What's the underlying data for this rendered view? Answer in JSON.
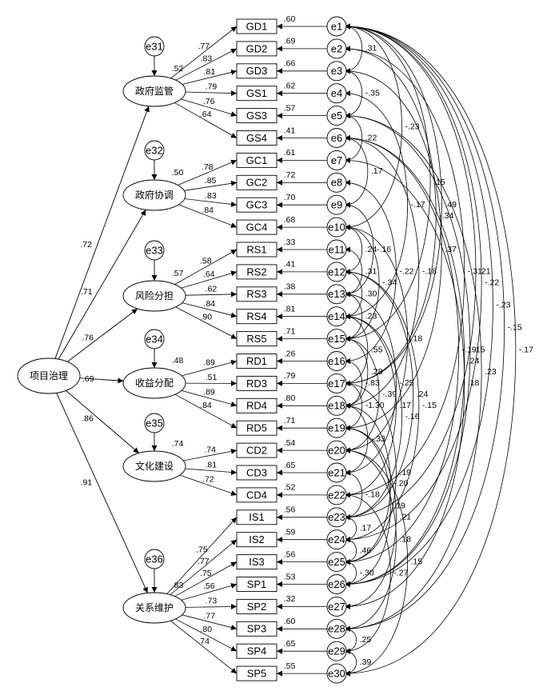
{
  "factors": [
    {
      "id": "F1",
      "label": "政府监管"
    },
    {
      "id": "F2",
      "label": "政府协调"
    },
    {
      "id": "F3",
      "label": "风险分担"
    },
    {
      "id": "F4",
      "label": "收益分配"
    },
    {
      "id": "F5",
      "label": "文化建设"
    },
    {
      "id": "F6",
      "label": "关系维护"
    }
  ],
  "second_order": {
    "label": "项目治理"
  },
  "disturbances": [
    "e31",
    "e32",
    "e33",
    "e34",
    "e35",
    "e36"
  ],
  "r2_factors": [
    ".52",
    ".50",
    ".57",
    ".48",
    ".74",
    ".83"
  ],
  "paths_second": [
    ".72",
    ".71",
    ".76",
    ".69",
    ".86",
    ".91"
  ],
  "indicators": [
    {
      "name": "GD1",
      "f": 0,
      "loading": ".77",
      "r2": ".60"
    },
    {
      "name": "GD2",
      "f": 0,
      "loading": ".83",
      "r2": ".69"
    },
    {
      "name": "GD3",
      "f": 0,
      "loading": ".81",
      "r2": ".66"
    },
    {
      "name": "GS1",
      "f": 0,
      "loading": ".79",
      "r2": ".62"
    },
    {
      "name": "GS3",
      "f": 0,
      "loading": ".76",
      "r2": ".57"
    },
    {
      "name": "GS4",
      "f": 0,
      "loading": ".64",
      "r2": ".41"
    },
    {
      "name": "GC1",
      "f": 1,
      "loading": ".78",
      "r2": ".61"
    },
    {
      "name": "GC2",
      "f": 1,
      "loading": ".85",
      "r2": ".72"
    },
    {
      "name": "GC3",
      "f": 1,
      "loading": ".83",
      "r2": ".70"
    },
    {
      "name": "GC4",
      "f": 1,
      "loading": ".84",
      "r2": ".68"
    },
    {
      "name": "RS1",
      "f": 2,
      "loading": ".58",
      "r2": ".33"
    },
    {
      "name": "RS2",
      "f": 2,
      "loading": ".64",
      "r2": ".41"
    },
    {
      "name": "RS3",
      "f": 2,
      "loading": ".62",
      "r2": ".38"
    },
    {
      "name": "RS4",
      "f": 2,
      "loading": ".84",
      "r2": ".81"
    },
    {
      "name": "RS5",
      "f": 2,
      "loading": ".90",
      "r2": ".71"
    },
    {
      "name": "RD1",
      "f": 3,
      "loading": ".89",
      "r2": ".26"
    },
    {
      "name": "RD3",
      "f": 3,
      "loading": ".51",
      "r2": ".79"
    },
    {
      "name": "RD4",
      "f": 3,
      "loading": ".89",
      "r2": ".80"
    },
    {
      "name": "RD5",
      "f": 3,
      "loading": ".84",
      "r2": ".71"
    },
    {
      "name": "CD2",
      "f": 4,
      "loading": ".74",
      "r2": ".54"
    },
    {
      "name": "CD3",
      "f": 4,
      "loading": ".81",
      "r2": ".65"
    },
    {
      "name": "CD4",
      "f": 4,
      "loading": ".72",
      "r2": ".52"
    },
    {
      "name": "IS1",
      "f": 5,
      "loading": ".75",
      "r2": ".56"
    },
    {
      "name": "IS2",
      "f": 5,
      "loading": ".77",
      "r2": ".59"
    },
    {
      "name": "IS3",
      "f": 5,
      "loading": ".75",
      "r2": ".56"
    },
    {
      "name": "SP1",
      "f": 5,
      "loading": ".56",
      "r2": ".53"
    },
    {
      "name": "SP2",
      "f": 5,
      "loading": ".73",
      "r2": ".32"
    },
    {
      "name": "SP3",
      "f": 5,
      "loading": ".77",
      "r2": ".60"
    },
    {
      "name": "SP4",
      "f": 5,
      "loading": ".80",
      "r2": ".65"
    },
    {
      "name": "SP5",
      "f": 5,
      "loading": ".74",
      "r2": ".55"
    }
  ],
  "errors": [
    "e1",
    "e2",
    "e3",
    "e4",
    "e5",
    "e6",
    "e7",
    "e8",
    "e9",
    "e10",
    "e11",
    "e12",
    "e13",
    "e14",
    "e15",
    "e16",
    "e17",
    "e18",
    "e19",
    "e20",
    "e21",
    "e22",
    "e23",
    "e24",
    "e25",
    "e26",
    "e27",
    "e28",
    "e29",
    "e30"
  ],
  "covariances": [
    {
      "from": 1,
      "to": 3,
      "value": ".31"
    },
    {
      "from": 3,
      "to": 5,
      "value": "-.35"
    },
    {
      "from": 5,
      "to": 7,
      "value": ".22"
    },
    {
      "from": 6,
      "to": 9,
      "value": ".17"
    },
    {
      "from": 1,
      "to": 10,
      "value": "-.23"
    },
    {
      "from": 4,
      "to": 14,
      "value": "-.17"
    },
    {
      "from": 9,
      "to": 13,
      "value": "-.16"
    },
    {
      "from": 11,
      "to": 13,
      "value": ".31"
    },
    {
      "from": 12,
      "to": 14,
      "value": ".30"
    },
    {
      "from": 10,
      "to": 12,
      "value": ".24"
    },
    {
      "from": 10,
      "to": 15,
      "value": "-.34"
    },
    {
      "from": 8,
      "to": 16,
      "value": "-.22"
    },
    {
      "from": 1,
      "to": 15,
      "value": ".15"
    },
    {
      "from": 1,
      "to": 17,
      "value": ".49"
    },
    {
      "from": 2,
      "to": 17,
      "value": "-.34"
    },
    {
      "from": 3,
      "to": 19,
      "value": ".37"
    },
    {
      "from": 6,
      "to": 18,
      "value": "-.18"
    },
    {
      "from": 1,
      "to": 24,
      "value": "-.22"
    },
    {
      "from": 2,
      "to": 22,
      "value": "-.31"
    },
    {
      "from": 1,
      "to": 23,
      "value": ".21"
    },
    {
      "from": 1,
      "to": 26,
      "value": "-.23"
    },
    {
      "from": 1,
      "to": 28,
      "value": "-.15"
    },
    {
      "from": 1,
      "to": 30,
      "value": "-.17"
    },
    {
      "from": 10,
      "to": 20,
      "value": ".18"
    },
    {
      "from": 13,
      "to": 15,
      "value": ".23"
    },
    {
      "from": 14,
      "to": 17,
      "value": ".55"
    },
    {
      "from": 15,
      "to": 18,
      "value": ".28"
    },
    {
      "from": 16,
      "to": 18,
      "value": "-.83"
    },
    {
      "from": 17,
      "to": 19,
      "value": "-1.30"
    },
    {
      "from": 15,
      "to": 20,
      "value": "-.39"
    },
    {
      "from": 13,
      "to": 21,
      "value": "-.25"
    },
    {
      "from": 18,
      "to": 21,
      "value": "-.33"
    },
    {
      "from": 12,
      "to": 24,
      "value": "-.15"
    },
    {
      "from": 6,
      "to": 26,
      "value": ".24"
    },
    {
      "from": 7,
      "to": 27,
      "value": ".18"
    },
    {
      "from": 6,
      "to": 25,
      "value": "-.19"
    },
    {
      "from": 5,
      "to": 26,
      "value": ".15"
    },
    {
      "from": 14,
      "to": 22,
      "value": ".17"
    },
    {
      "from": 14,
      "to": 23,
      "value": "-.16"
    },
    {
      "from": 12,
      "to": 23,
      "value": ".24"
    },
    {
      "from": 17,
      "to": 25,
      "value": ".19"
    },
    {
      "from": 18,
      "to": 25,
      "value": "-.20"
    },
    {
      "from": 19,
      "to": 26,
      "value": ".19"
    },
    {
      "from": 19,
      "to": 27,
      "value": ".21"
    },
    {
      "from": 21,
      "to": 23,
      "value": "-.18"
    },
    {
      "from": 22,
      "to": 29,
      "value": "-.27"
    },
    {
      "from": 20,
      "to": 28,
      "value": ".18"
    },
    {
      "from": 23,
      "to": 24,
      "value": ".17"
    },
    {
      "from": 24,
      "to": 25,
      "value": ".46"
    },
    {
      "from": 25,
      "to": 26,
      "value": "-.30"
    },
    {
      "from": 5,
      "to": 28,
      "value": ".23"
    },
    {
      "from": 20,
      "to": 30,
      "value": ".15"
    },
    {
      "from": 28,
      "to": 29,
      "value": ".25"
    },
    {
      "from": 29,
      "to": 30,
      "value": ".39"
    }
  ]
}
